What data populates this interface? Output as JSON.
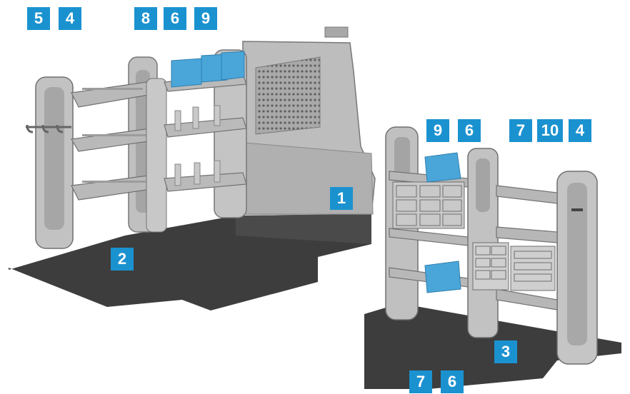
{
  "callouts": {
    "left_rack": [
      "5",
      "4",
      "8",
      "6",
      "9",
      "1",
      "2"
    ],
    "right_rack": [
      "9",
      "6",
      "7",
      "10",
      "4",
      "3",
      "7",
      "6"
    ]
  },
  "colors": {
    "callout_fill": "#1b92d0",
    "callout_text": "#ffffff",
    "floor": "#3f3f3f",
    "shelf": "#b5b5b5",
    "bin": "#4aa6d8"
  }
}
